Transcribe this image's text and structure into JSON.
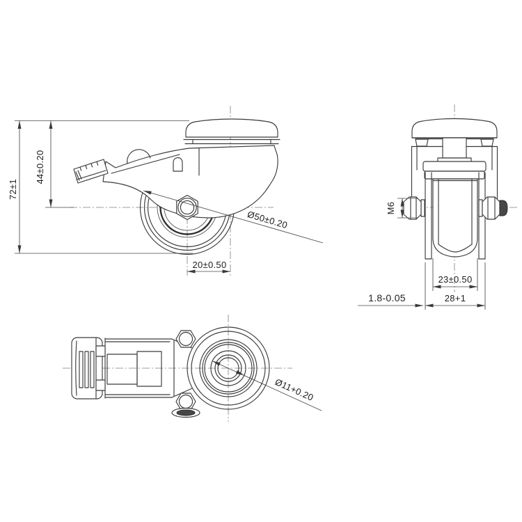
{
  "drawing": {
    "title": "caster-wheel-technical-drawing",
    "views": {
      "side": {
        "dims": {
          "overall_height": "72±1",
          "top_to_axle": "44±0.20",
          "wheel_diameter": "Ø50±0.20",
          "swivel_offset": "20±0.50"
        }
      },
      "front": {
        "dims": {
          "axle_thread": "M6",
          "wheel_width": "23±0.50",
          "fork_width": "28+1",
          "leg_thickness": "1.8-0.05"
        }
      },
      "bottom": {
        "dims": {
          "bolt_hole_diameter": "Ø11+0.20"
        }
      }
    },
    "colors": {
      "line": "#3a3a3a",
      "dimension": "#474747",
      "centerline": "#7e7e7e",
      "text": "#1d1d1d",
      "background": "#ffffff"
    }
  }
}
